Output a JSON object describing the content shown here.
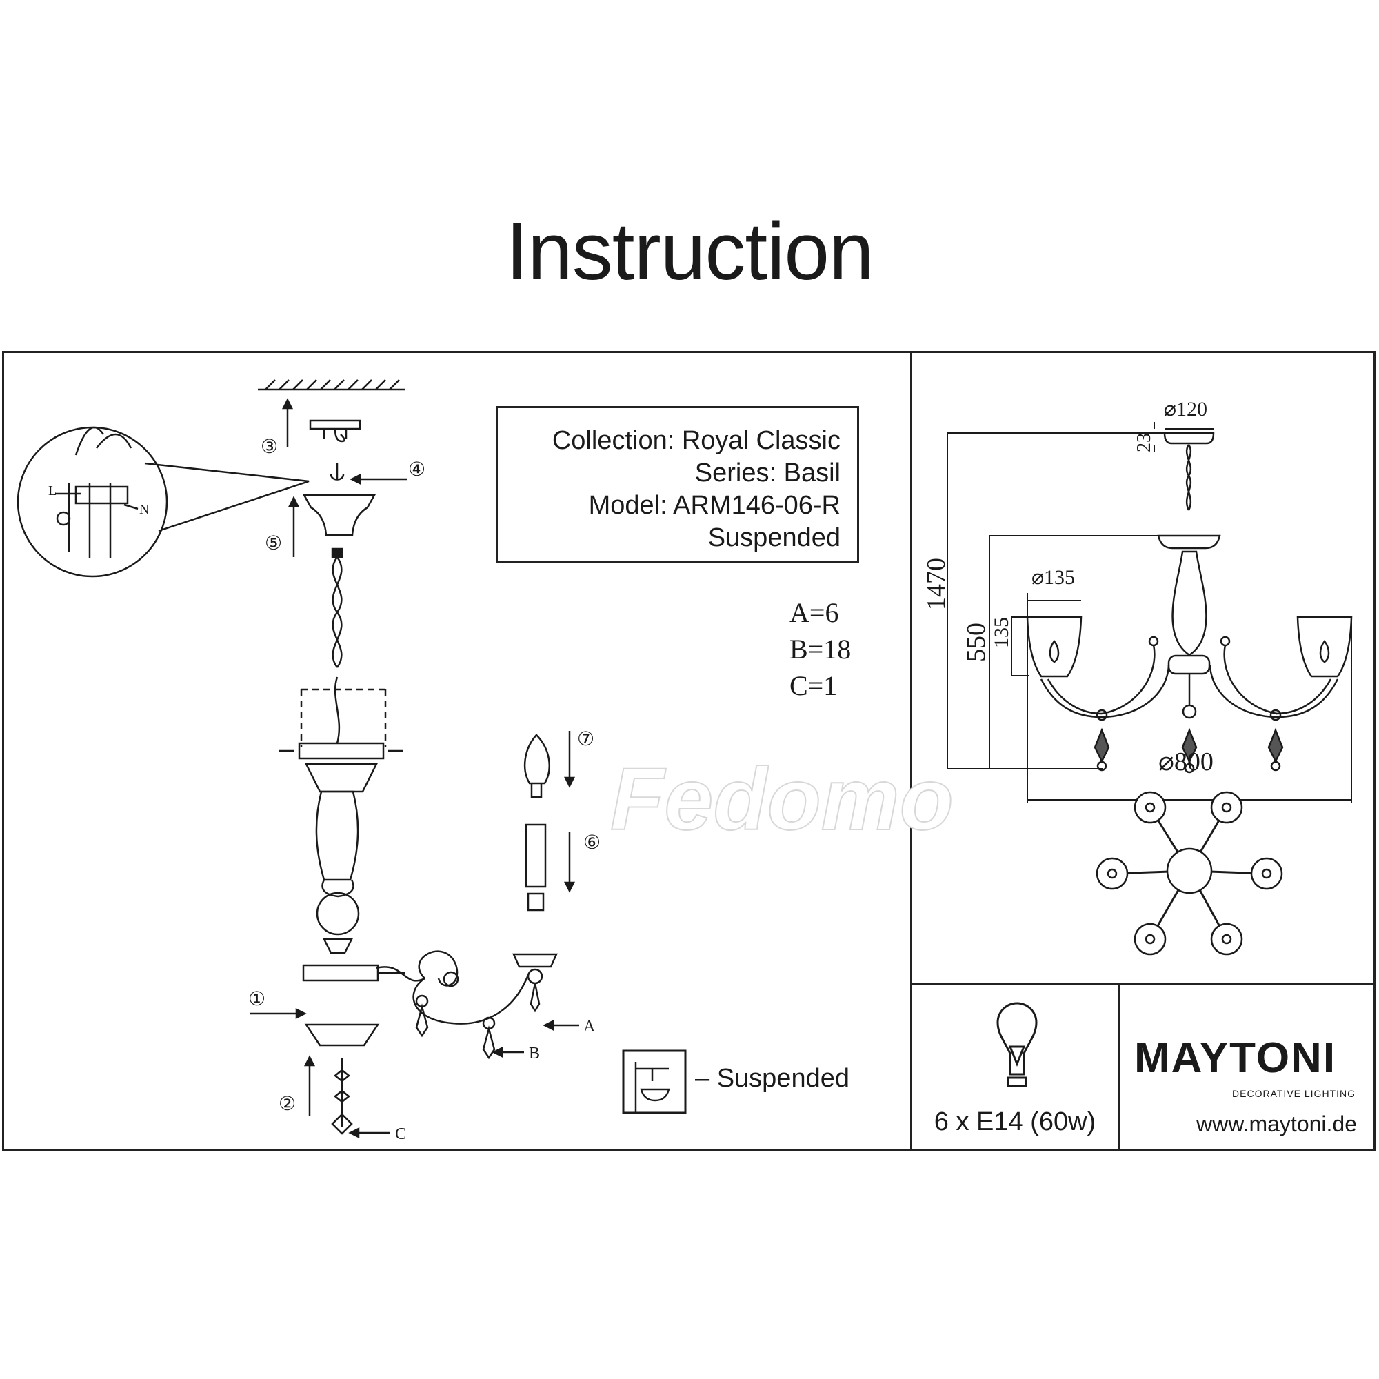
{
  "title": "Instruction",
  "info": {
    "collection": "Collection: Royal Classic",
    "series": "Series: Basil",
    "model": "Model: ARM146-06-R",
    "type": "Suspended"
  },
  "parts": {
    "a": "A=6",
    "b": "B=18",
    "c": "C=1"
  },
  "watermark": "Fedomo",
  "legend": {
    "suspended": "– Suspended"
  },
  "steps": {
    "s1": "①",
    "s2": "②",
    "s3": "③",
    "s4": "④",
    "s5": "⑤",
    "s6": "⑥",
    "s7": "⑦"
  },
  "part_labels": {
    "a": "A",
    "b": "B",
    "c": "C"
  },
  "wiring": {
    "live": "L",
    "neutral": "N"
  },
  "dimensions": {
    "canopy_diameter": "⌀120",
    "canopy_height": "23",
    "total_height": "1470",
    "body_height": "550",
    "shade_height": "135",
    "shade_diameter": "⌀135",
    "overall_diameter": "⌀800"
  },
  "lamp": {
    "spec": "6 x E14 (60w)"
  },
  "brand": {
    "logo": "MAYTONI",
    "tagline": "DECORATIVE LIGHTING",
    "url": "www.maytoni.de"
  }
}
